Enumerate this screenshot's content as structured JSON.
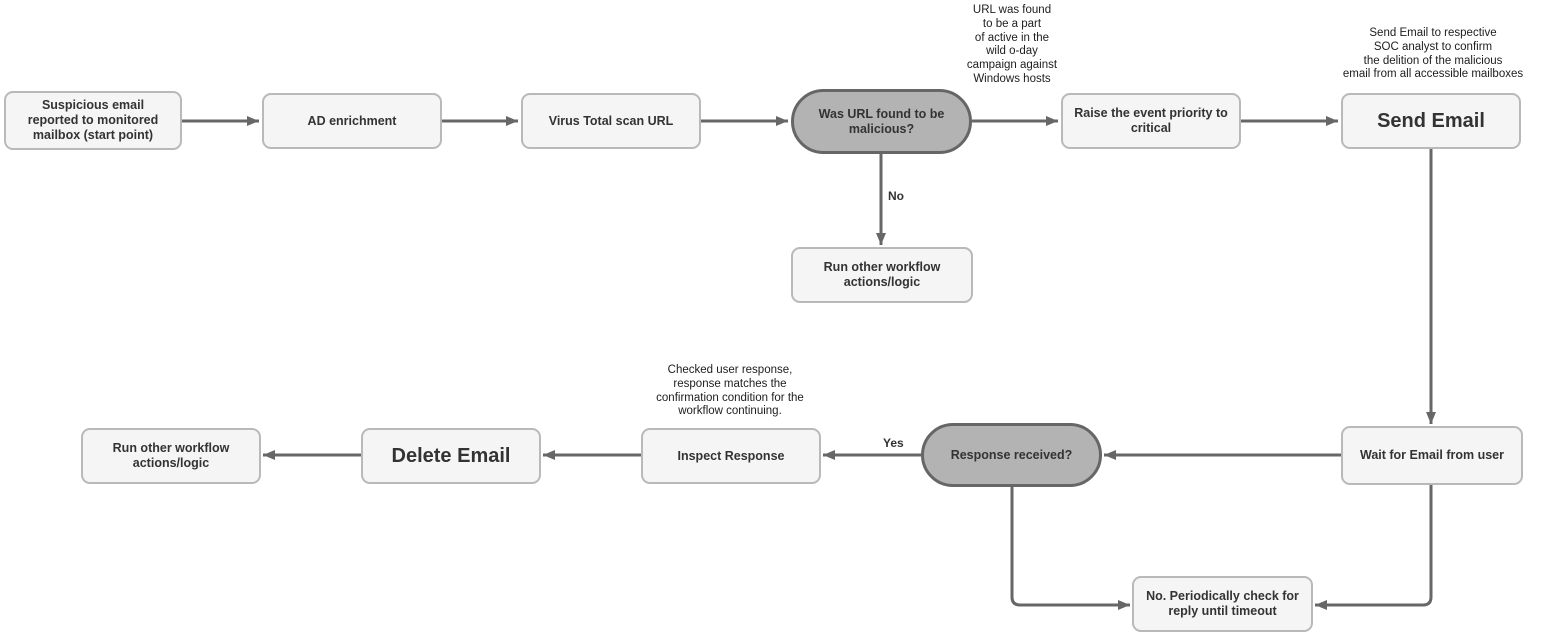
{
  "diagram": {
    "type": "flowchart",
    "colors": {
      "node_fill": "#f5f5f5",
      "node_border": "#b9b9b9",
      "decision_fill": "#b3b3b3",
      "decision_border": "#666666",
      "arrow": "#676767",
      "text": "#333333"
    },
    "nodes": {
      "start": {
        "label": "Suspicious email\nreported to monitored\nmailbox (start point)",
        "shape": "rounded-box"
      },
      "ad_enrichment": {
        "label": "AD enrichment",
        "shape": "rounded-box"
      },
      "virus_total": {
        "label": "Virus Total scan URL",
        "shape": "rounded-box"
      },
      "url_malicious": {
        "label": "Was URL found to be\nmalicious?",
        "shape": "decision-pill"
      },
      "raise_priority": {
        "label": "Raise the event priority to\ncritical",
        "shape": "rounded-box"
      },
      "send_email": {
        "label": "Send Email",
        "shape": "rounded-box"
      },
      "run_other_top": {
        "label": "Run other workflow\nactions/logic",
        "shape": "rounded-box"
      },
      "wait_email": {
        "label": "Wait for Email from user",
        "shape": "rounded-box"
      },
      "response_received": {
        "label": "Response received?",
        "shape": "decision-pill"
      },
      "inspect_response": {
        "label": "Inspect Response",
        "shape": "rounded-box"
      },
      "delete_email": {
        "label": "Delete Email",
        "shape": "rounded-box"
      },
      "run_other_bottom": {
        "label": "Run other workflow\nactions/logic",
        "shape": "rounded-box"
      },
      "periodic_check": {
        "label": "No. Periodically check for\nreply until timeout",
        "shape": "rounded-box"
      }
    },
    "edge_labels": {
      "no": "No",
      "yes": "Yes"
    },
    "annotations": {
      "url_campaign": "URL was found\nto be a part\nof active in the\nwild o-day\ncampaign against\nWindows hosts",
      "send_email_note": "Send Email to respective\nSOC analyst to confirm\nthe delition of the malicious\nemail from all accessible mailboxes",
      "response_check_note": "Checked user response,\nresponse matches the\nconfirmation condition for the\nworkflow continuing."
    },
    "edges": [
      {
        "from": "start",
        "to": "ad_enrichment",
        "label": ""
      },
      {
        "from": "ad_enrichment",
        "to": "virus_total",
        "label": ""
      },
      {
        "from": "virus_total",
        "to": "url_malicious",
        "label": ""
      },
      {
        "from": "url_malicious",
        "to": "raise_priority",
        "label": ""
      },
      {
        "from": "url_malicious",
        "to": "run_other_top",
        "label": "No"
      },
      {
        "from": "raise_priority",
        "to": "send_email",
        "label": ""
      },
      {
        "from": "send_email",
        "to": "wait_email",
        "label": ""
      },
      {
        "from": "wait_email",
        "to": "response_received",
        "label": ""
      },
      {
        "from": "response_received",
        "to": "inspect_response",
        "label": "Yes"
      },
      {
        "from": "response_received",
        "to": "periodic_check",
        "label": ""
      },
      {
        "from": "wait_email",
        "to": "periodic_check",
        "label": ""
      },
      {
        "from": "inspect_response",
        "to": "delete_email",
        "label": ""
      },
      {
        "from": "delete_email",
        "to": "run_other_bottom",
        "label": ""
      }
    ]
  }
}
